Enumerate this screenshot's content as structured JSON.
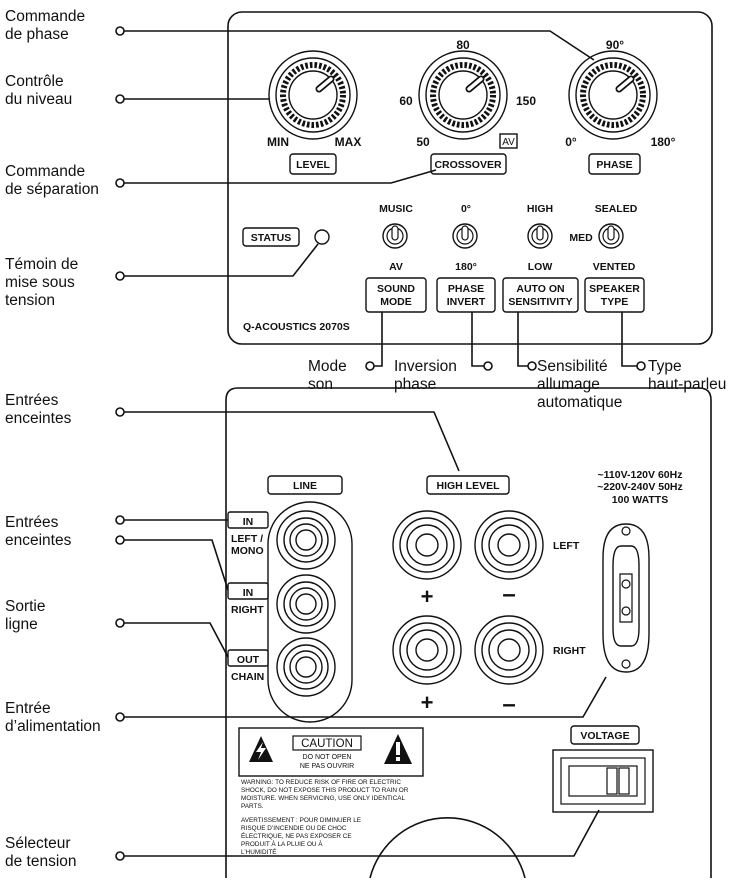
{
  "callouts": {
    "phase_control": [
      "Commande",
      "de phase"
    ],
    "level_control": [
      "Contrôle",
      "du niveau"
    ],
    "crossover_control": [
      "Commande",
      "de séparation"
    ],
    "power_indicator": [
      "Témoin de",
      "mise sous",
      "tension"
    ],
    "sound_mode": [
      "Mode",
      "son"
    ],
    "phase_invert": [
      "Inversion",
      "phase"
    ],
    "auto_on": [
      "Sensibilité",
      "allumage",
      "automatique"
    ],
    "speaker_type": [
      "Type",
      "haut-parleu"
    ],
    "speaker_inputs_1": [
      "Entrées",
      "enceintes"
    ],
    "speaker_inputs_2": [
      "Entrées",
      "enceintes"
    ],
    "line_output": [
      "Sortie",
      "ligne"
    ],
    "power_input": [
      "Entrée",
      "d’alimentation"
    ],
    "voltage_selector": [
      "Sélecteur",
      "de tension"
    ]
  },
  "upper_panel": {
    "level": {
      "min": "MIN",
      "max": "MAX",
      "label": "LEVEL"
    },
    "crossover": {
      "t50": "50",
      "t60": "60",
      "t80": "80",
      "t150": "150",
      "av": "AV",
      "label": "CROSSOVER"
    },
    "phase": {
      "t0": "0°",
      "t90": "90°",
      "t180": "180°",
      "label": "PHASE"
    },
    "status": "STATUS",
    "switches": {
      "sound_mode": {
        "top": "MUSIC",
        "bottom": "AV",
        "label": [
          "SOUND",
          "MODE"
        ]
      },
      "phase_invert": {
        "top": "0°",
        "bottom": "180°",
        "label": [
          "PHASE",
          "INVERT"
        ]
      },
      "auto_on": {
        "top": "HIGH",
        "bottom": "LOW",
        "label": [
          "AUTO ON",
          "SENSITIVITY"
        ]
      },
      "speaker_type": {
        "top": "SEALED",
        "mid": "MED",
        "bottom": "VENTED",
        "label": [
          "SPEAKER",
          "TYPE"
        ]
      }
    },
    "model": "Q-ACOUSTICS 2070S"
  },
  "lower_panel": {
    "line": "LINE",
    "high_level": "HIGH LEVEL",
    "in1": "IN",
    "left_mono": [
      "LEFT /",
      "MONO"
    ],
    "in2": "IN",
    "right_in": "RIGHT",
    "out": "OUT",
    "chain": "CHAIN",
    "left": "LEFT",
    "right": "RIGHT",
    "plus": "+",
    "minus": "–",
    "power_rating": [
      "~110V-120V 60Hz",
      "~220V-240V 50Hz",
      "100 WATTS"
    ],
    "caution": "CAUTION",
    "do_not_open": "DO NOT OPEN",
    "ne_pas_ouvrir": "NE PAS OUVRIR",
    "warning": [
      "WARNING: TO REDUCE RISK OF FIRE OR ELECTRIC",
      "SHOCK, DO NOT EXPOSE THIS PRODUCT TO RAIN OR",
      "MOISTURE. WHEN SERVICING, USE ONLY IDENTICAL",
      "PARTS."
    ],
    "avertissement": [
      "AVERTISSEMENT : POUR DIMINUER LE",
      "RISQUE D’INCENDIE OU DE CHOC",
      "ÉLECTRIQUE, NE PAS EXPOSER CE",
      "PRODUIT À LA PLUIE OU À",
      "L’HUMIDITÉ"
    ],
    "voltage": "VOLTAGE"
  }
}
